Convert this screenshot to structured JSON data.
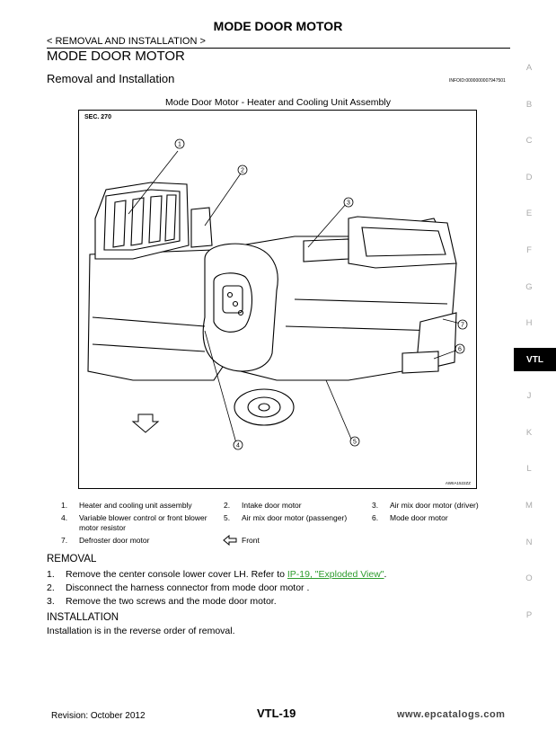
{
  "header": {
    "page_title": "MODE DOOR MOTOR",
    "breadcrumb": "< REMOVAL AND INSTALLATION >"
  },
  "main": {
    "section_title": "MODE DOOR MOTOR",
    "subsection_title": "Removal and Installation",
    "info_id": "INFOID:0000000007947501"
  },
  "figure": {
    "caption": "Mode Door Motor - Heater and Cooling Unit Assembly",
    "section_label": "SEC. 270",
    "figure_code": "AWIIA1522ZZ",
    "callouts": [
      "1",
      "2",
      "3",
      "4",
      "5",
      "6",
      "7"
    ]
  },
  "legend": [
    {
      "num": "1.",
      "text": "Heater and cooling unit assembly"
    },
    {
      "num": "2.",
      "text": "Intake door motor"
    },
    {
      "num": "3.",
      "text": "Air mix door motor (driver)"
    },
    {
      "num": "4.",
      "text": "Variable blower control or front blower motor resistor"
    },
    {
      "num": "5.",
      "text": "Air mix door motor (passenger)"
    },
    {
      "num": "6.",
      "text": "Mode door motor"
    },
    {
      "num": "7.",
      "text": "Defroster door motor"
    }
  ],
  "legend_front": "Front",
  "removal": {
    "heading": "REMOVAL",
    "steps": [
      {
        "num": "1.",
        "text_before": "Remove the center console lower cover LH. Refer to ",
        "link_text": "IP-19, \"Exploded View\"",
        "text_after": "."
      },
      {
        "num": "2.",
        "text": "Disconnect the harness connector from mode door motor ."
      },
      {
        "num": "3.",
        "text": "Remove the two screws and the mode door motor."
      }
    ]
  },
  "installation": {
    "heading": "INSTALLATION",
    "text": "Installation is in the reverse order of removal."
  },
  "side_index": {
    "letters": [
      "A",
      "B",
      "C",
      "D",
      "E",
      "F",
      "G",
      "H",
      "J",
      "K",
      "L",
      "M",
      "N",
      "O",
      "P"
    ],
    "active": "VTL"
  },
  "footer": {
    "revision": "Revision: October 2012",
    "page_number": "VTL-19",
    "website": "www.epcatalogs.com"
  },
  "colors": {
    "link": "#2e9c2e",
    "side_letters": "#aaaaaa",
    "active_tab_bg": "#000000"
  }
}
